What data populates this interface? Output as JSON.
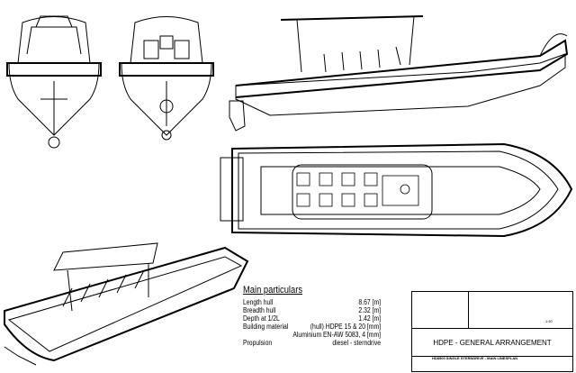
{
  "main_particulars": {
    "title": "Main particulars",
    "rows": [
      {
        "label": "Length hull",
        "value": "8.67 [m]"
      },
      {
        "label": "Breadth hull",
        "value": "2.32 [m]"
      },
      {
        "label": "Depth at 1/2L",
        "value": "1.42 [m]"
      },
      {
        "label": "Building material",
        "value": "(hull) HDPE 15 & 20 [mm]"
      },
      {
        "label": "",
        "value": "Aluminium EN-AW 5083, 4 [mm]"
      },
      {
        "label": "Propulsion",
        "value": "diesel - sterndrive"
      }
    ]
  },
  "title_block": {
    "title": "HDPE - GENERAL ARRANGEMENT",
    "subtitle": "HD8500 SINGLE STERNDRIVE - MAIN LINESPLAN",
    "scale": "1:40"
  }
}
